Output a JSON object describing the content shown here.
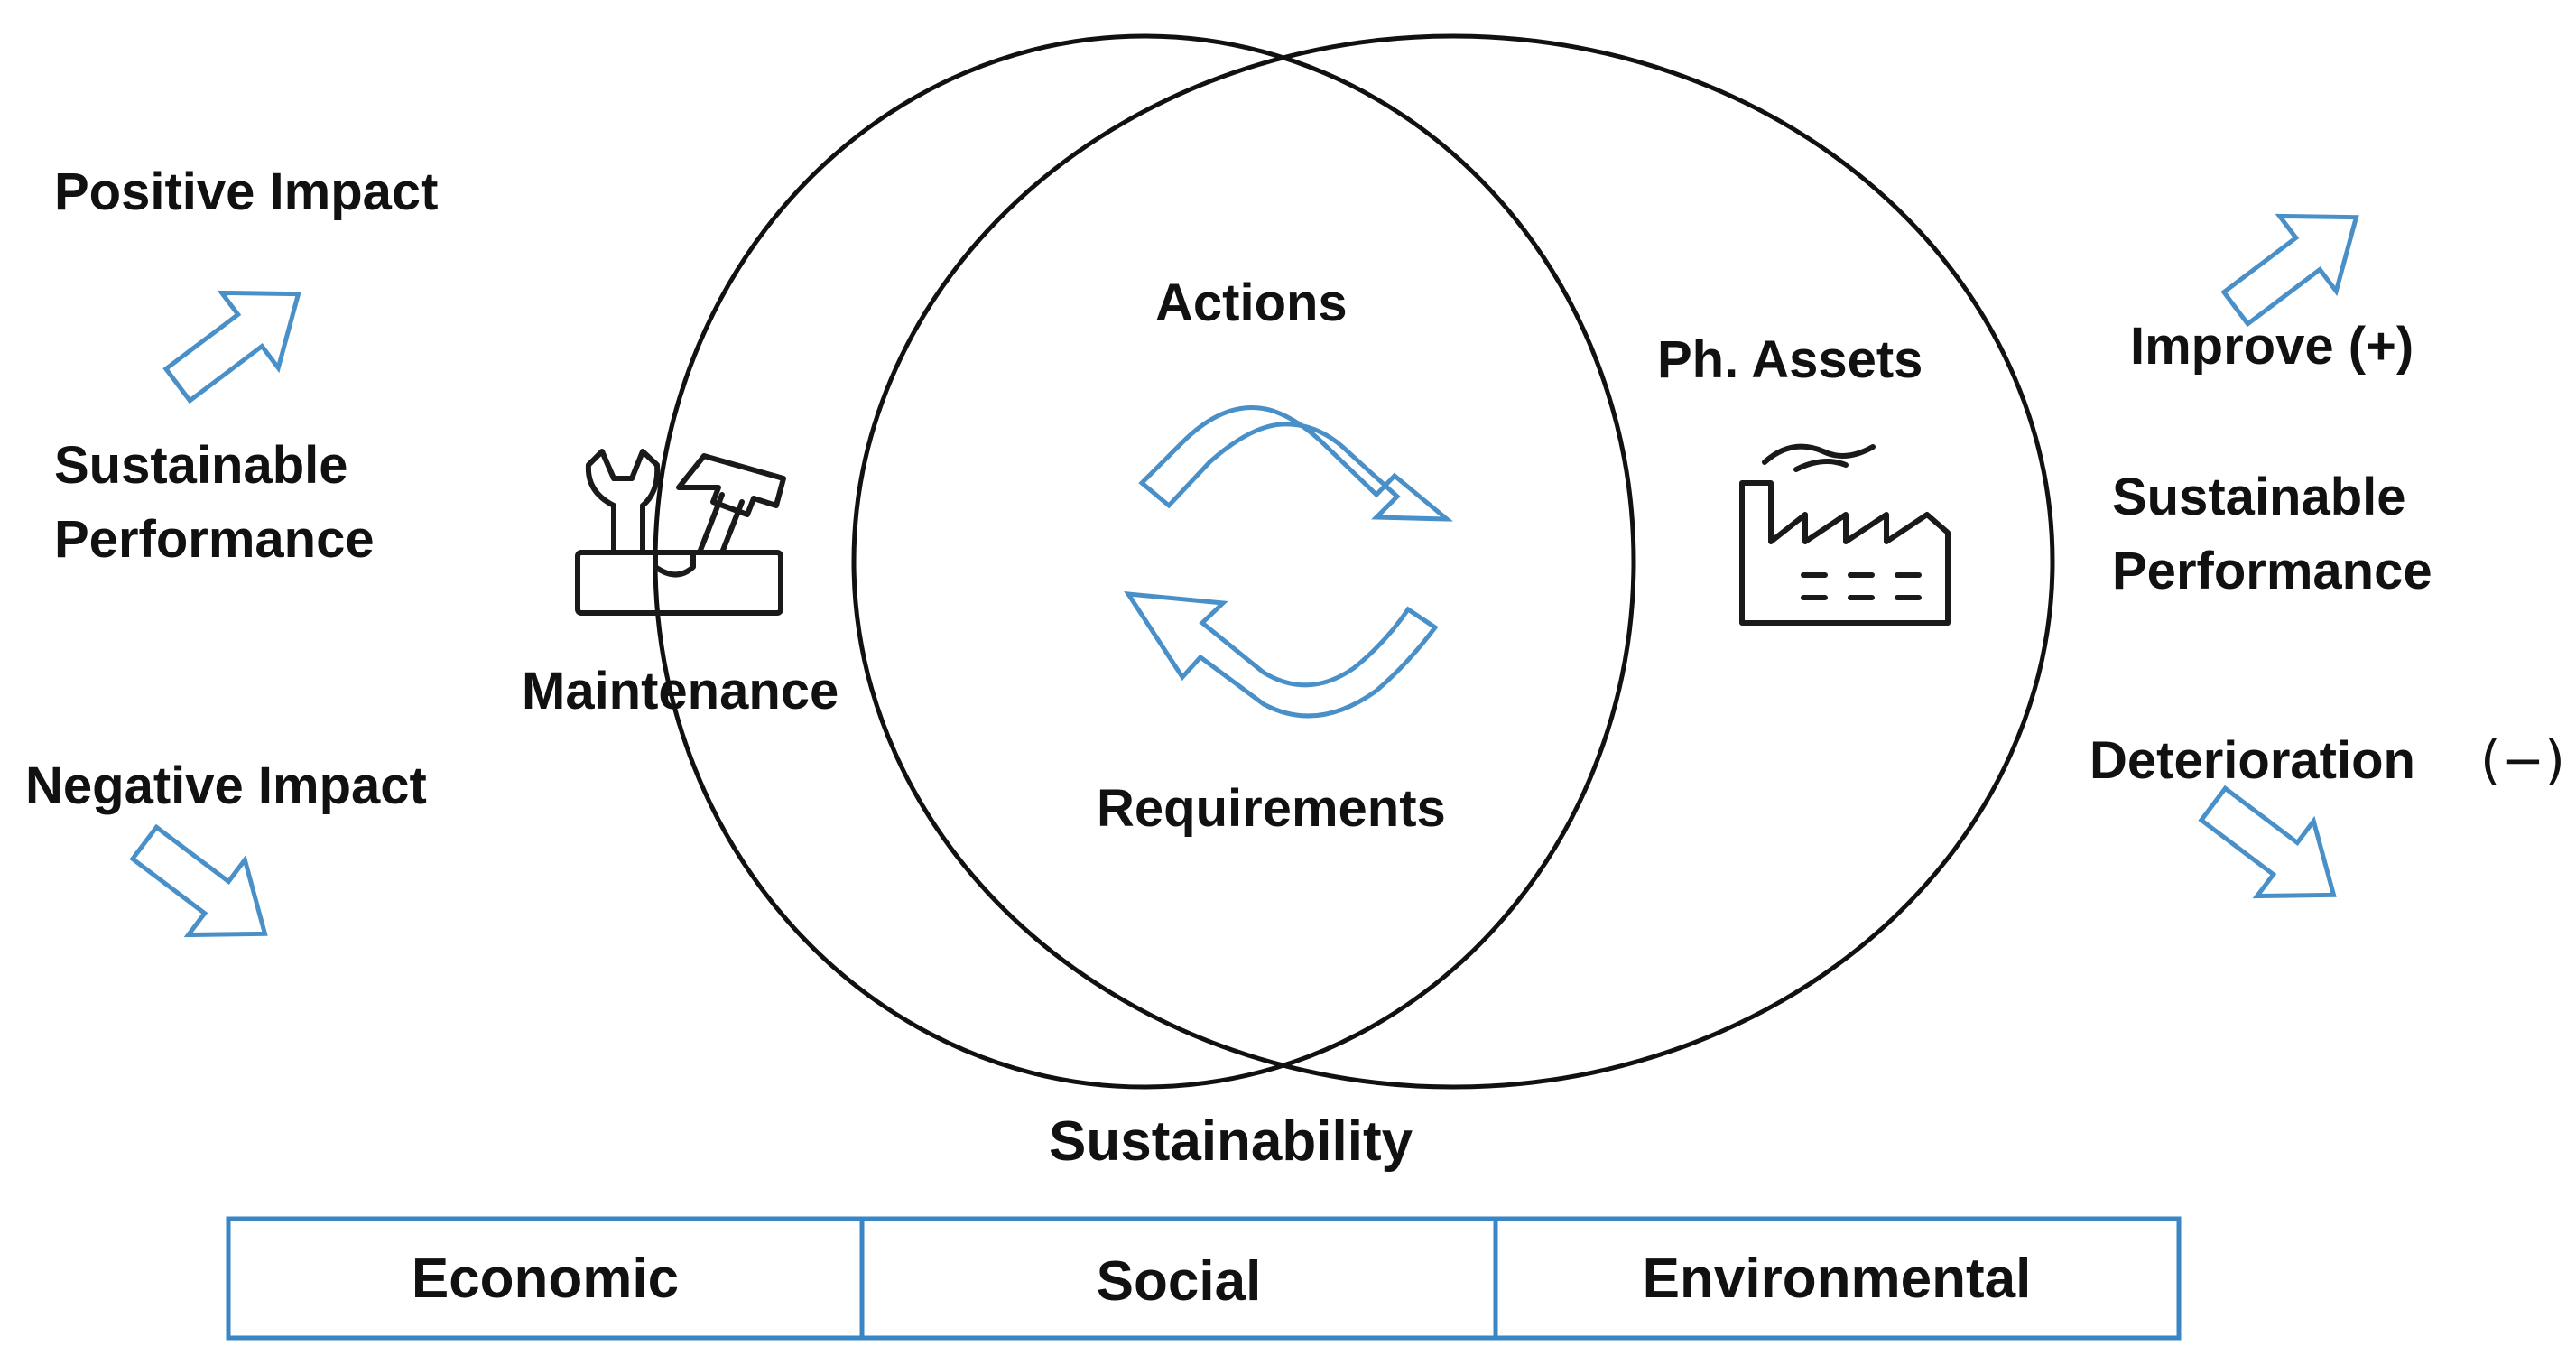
{
  "left_side": {
    "positive_impact": "Positive Impact",
    "sustainable_line1": "Sustainable",
    "sustainable_line2": "Performance",
    "negative_impact": "Negative Impact"
  },
  "right_side": {
    "improve": "Improve (+)",
    "sustainable_line1": "Sustainable",
    "sustainable_line2": "Performance",
    "deterioration": "Deterioration",
    "deterioration_sign": "(−)"
  },
  "venn": {
    "left_circle_label": "Maintenance",
    "right_circle_label": "Ph. Assets",
    "center_top": "Actions",
    "center_bottom": "Requirements",
    "bottom_label": "Sustainability"
  },
  "icons": {
    "maintenance": "toolbox-icon",
    "assets": "factory-icon",
    "cycle": "cycle-arrows-icon"
  },
  "pillars": [
    "Economic",
    "Social",
    "Environmental"
  ],
  "colors": {
    "arrow_stroke": "#4a90c8",
    "box_stroke": "#3a85c6",
    "text": "#111111"
  }
}
